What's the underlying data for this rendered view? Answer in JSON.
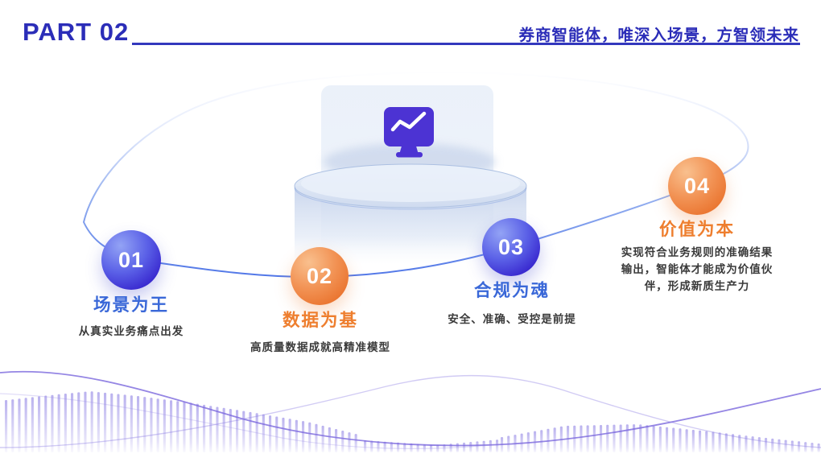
{
  "header": {
    "part_label": "PART 02",
    "title": "券商智能体，唯深入场景，方智领未来"
  },
  "center_icon": "monitor-chart-icon",
  "items": [
    {
      "number": "01",
      "title": "场景为王",
      "subtitle": "从真实业务痛点出发",
      "color": "blue"
    },
    {
      "number": "02",
      "title": "数据为基",
      "subtitle": "高质量数据成就高精准模型",
      "color": "orange"
    },
    {
      "number": "03",
      "title": "合规为魂",
      "subtitle": "安全、准确、受控是前提",
      "color": "blue"
    },
    {
      "number": "04",
      "title": "价值为本",
      "subtitle": "实现符合业务规则的准确结果输出，智能体才能成为价值伙伴，形成新质生产力",
      "color": "orange"
    }
  ],
  "colors": {
    "header_blue": "#2b2db8",
    "label_blue": "#3a68d8",
    "label_orange": "#ee7e2e",
    "subtitle_gray": "#3a3a3a",
    "curve_blue": "#4d7ce8",
    "wave_purple": "#7a68dd",
    "circle_blue": "#3a2bd0",
    "circle_orange": "#ea7530",
    "monitor_purple": "#4c33d3"
  }
}
